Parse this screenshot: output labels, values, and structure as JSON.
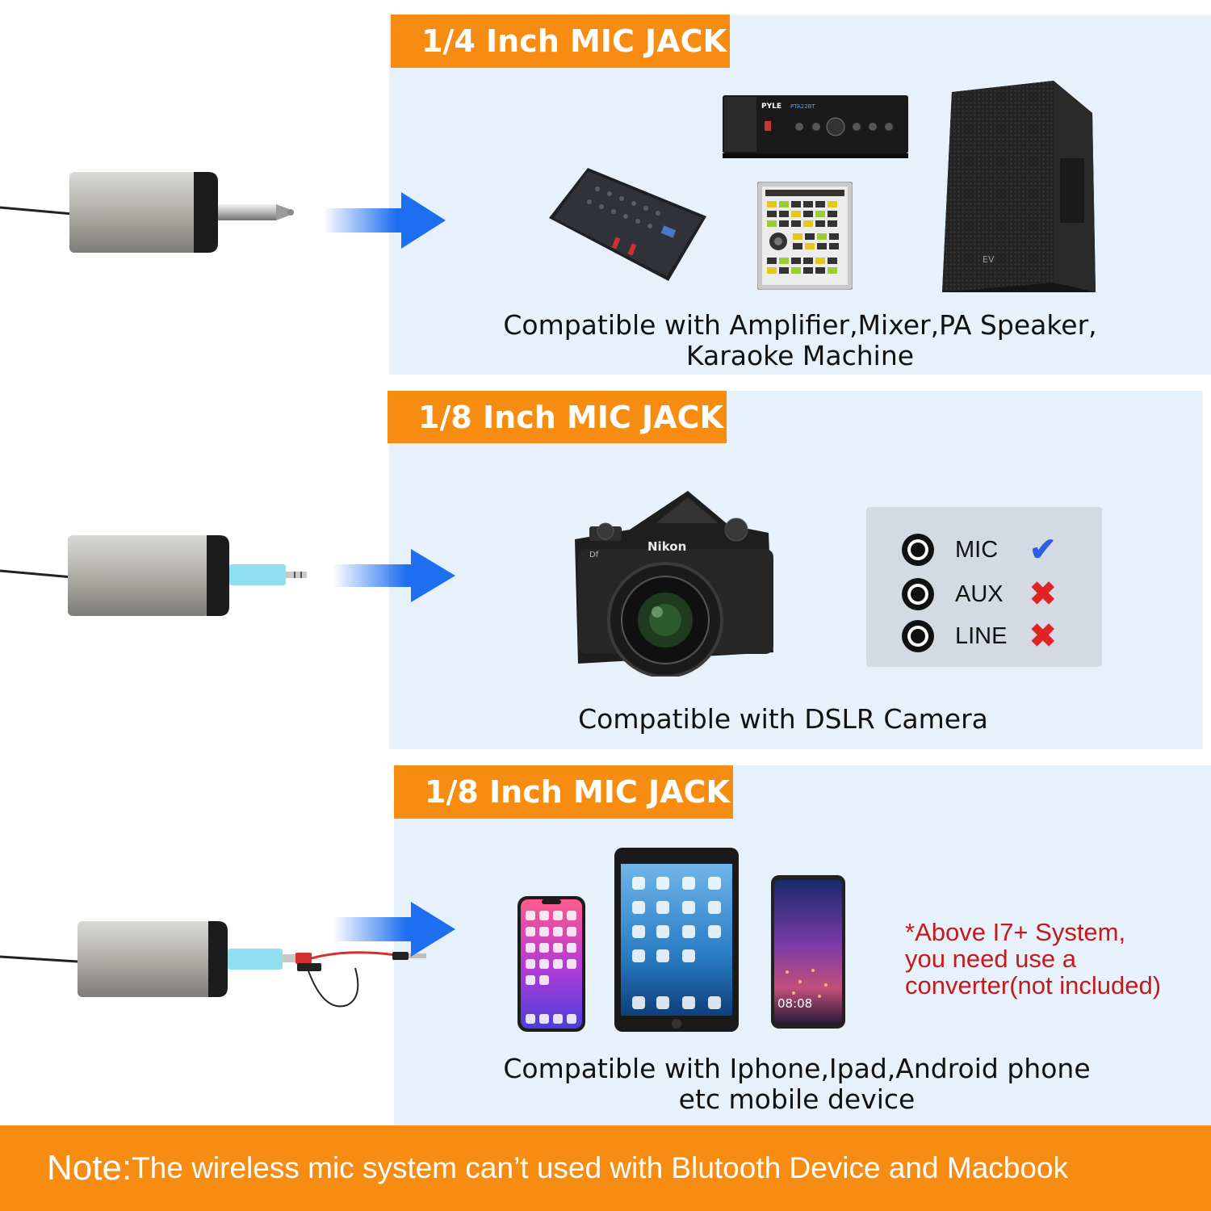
{
  "sections": [
    {
      "tab": "1/4 Inch MIC JACK",
      "caption_line1": "Compatible with Amplifier,Mixer,PA Speaker,",
      "caption_line2": "Karaoke Machine"
    },
    {
      "tab": "1/8 Inch MIC JACK",
      "caption_line1": "Compatible with DSLR Camera"
    },
    {
      "tab": "1/8 Inch MIC JACK",
      "caption_line1": "Compatible with Iphone,Ipad,Android phone",
      "caption_line2": "etc mobile device"
    }
  ],
  "ports": [
    {
      "label": "MIC",
      "mark": "✔",
      "mark_color": "#2f5fe0"
    },
    {
      "label": "AUX",
      "mark": "✖",
      "mark_color": "#e02424"
    },
    {
      "label": "LINE",
      "mark": "✖",
      "mark_color": "#e02424"
    }
  ],
  "device_labels": {
    "camera_brand": "Nikon",
    "camera_model": "Df",
    "amp_brand": "PYLE",
    "amp_model": "PTA22BT",
    "phone_time": "08:08"
  },
  "converter_note": {
    "line1": "*Above I7+ System,",
    "line2": "you need use a",
    "line3": "converter(not included)"
  },
  "note": {
    "label": "Note:",
    "text": "The wireless mic system can’t used with Blutooth Device and Macbook"
  },
  "colors": {
    "accent_orange": "#f78c13",
    "panel_blue": "#e6f1fb",
    "arrow_blue": "#1e6ff0",
    "note_red": "#c61a1a"
  }
}
